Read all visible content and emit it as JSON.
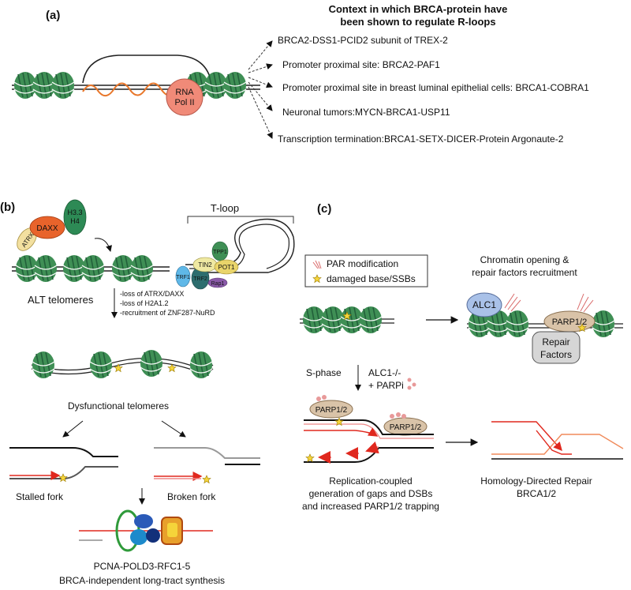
{
  "panel_a": {
    "label": "(a)",
    "heading_line1": "Context in which BRCA-protein have",
    "heading_line2": "been shown to regulate R-loops",
    "rna_pol_line1": "RNA",
    "rna_pol_line2": "Pol II",
    "contexts": [
      "BRCA2-DSS1-PCID2 subunit of TREX-2",
      "Promoter proximal site: BRCA2-PAF1",
      "Promoter proximal site in breast luminal epithelial cells: BRCA1-COBRA1",
      "Neuronal tumors:MYCN-BRCA1-USP11",
      "Transcription termination:BRCA1-SETX-DICER-Protein Argonaute-2"
    ]
  },
  "panel_b": {
    "label": "(b)",
    "atrx": "ATRX",
    "daxx": "DAXX",
    "h33_line1": "H3.3",
    "h33_line2": "H4",
    "tloop": "T-loop",
    "shelterin": {
      "trf1": "TRF1",
      "trf2": "TRF2",
      "tin2": "TIN2",
      "tpp1": "TPP1",
      "pot1": "POT1",
      "rap1": "Rap1"
    },
    "alt_telomeres": "ALT telomeres",
    "alt_bullets": [
      "-loss of ATRX/DAXX",
      "-loss of H2A1.2",
      "-recruitment of ZNF287-NuRD"
    ],
    "dysfunctional": "Dysfunctional telomeres",
    "stalled_fork": "Stalled fork",
    "broken_fork": "Broken fork",
    "synthesis_line1": "PCNA-POLD3-RFC1-5",
    "synthesis_line2": "BRCA-independent long-tract synthesis"
  },
  "panel_c": {
    "label": "(c)",
    "legend_par": "PAR modification",
    "legend_damage": "damaged base/SSBs",
    "chromatin_line1": "Chromatin opening &",
    "chromatin_line2": "repair factors recruitment",
    "alc1": "ALC1",
    "parp": "PARP1/2",
    "repair_line1": "Repair",
    "repair_line2": "Factors",
    "s_phase": "S-phase",
    "alc1_ko": "ALC1-/-",
    "parpi": "+ PARPi",
    "replication_line1": "Replication-coupled",
    "replication_line2": "generation of gaps and DSBs",
    "replication_line3": "and increased PARP1/2 trapping",
    "hdr_line1": "Homology-Directed Repair",
    "hdr_line2": "BRCA1/2"
  },
  "colors": {
    "nucleosome": "#3f8f55",
    "nucleosome_dark": "#22603a",
    "rna_pol": "#f08a78",
    "rna_strand": "#e8772b",
    "red_strand": "#e0281e",
    "parp": "#d9c3a8",
    "alc1": "#a9c1e8",
    "repair": "#d6d6d6",
    "star": "#f5d43a"
  }
}
